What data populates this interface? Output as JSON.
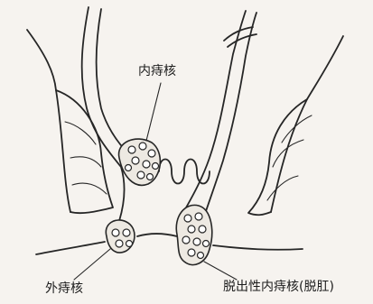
{
  "labels": {
    "internal_hemorrhoid": "内痔核",
    "external_hemorrhoid": "外痔核",
    "prolapsed_internal_hemorrhoid": "脱出性内痔核(脱肛)"
  },
  "colors": {
    "background": "#f6f3ef",
    "line": "#262626"
  }
}
